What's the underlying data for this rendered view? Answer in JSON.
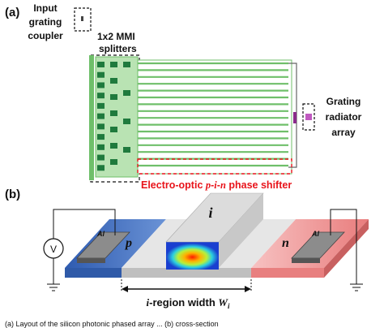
{
  "panel_a": {
    "tag": "(a)",
    "input_coupler": [
      "Input",
      "grating",
      "coupler"
    ],
    "mmi": [
      "1x2 MMI",
      "splitters"
    ],
    "radiator": [
      "Grating",
      "radiator",
      "array"
    ],
    "phase_shifter": {
      "prefix": "Electro-optic ",
      "pin_p": "p",
      "dash1": "-",
      "pin_i": "i",
      "dash2": "-",
      "pin_n": "n",
      "suffix": " phase shifter",
      "color": "#e8141b"
    },
    "accent_green": "#6fbf6a",
    "pad_green": "#1f7a3d"
  },
  "panel_b": {
    "tag": "(b)",
    "region_i": "i",
    "region_p": "p",
    "region_n": "n",
    "electrode_left": "Al",
    "electrode_right": "Al",
    "voltage_source": "V",
    "width_label_italic": "i",
    "width_label_text": "-region width ",
    "width_label_symbol": "W",
    "width_label_sub": "i",
    "colors": {
      "p_region": "#3f6fc2",
      "n_region": "#f09a9a",
      "i_region": "#d9d9d9"
    }
  },
  "caption_fragment": "(a) Layout of the silicon photonic phased array ... (b) cross-section"
}
